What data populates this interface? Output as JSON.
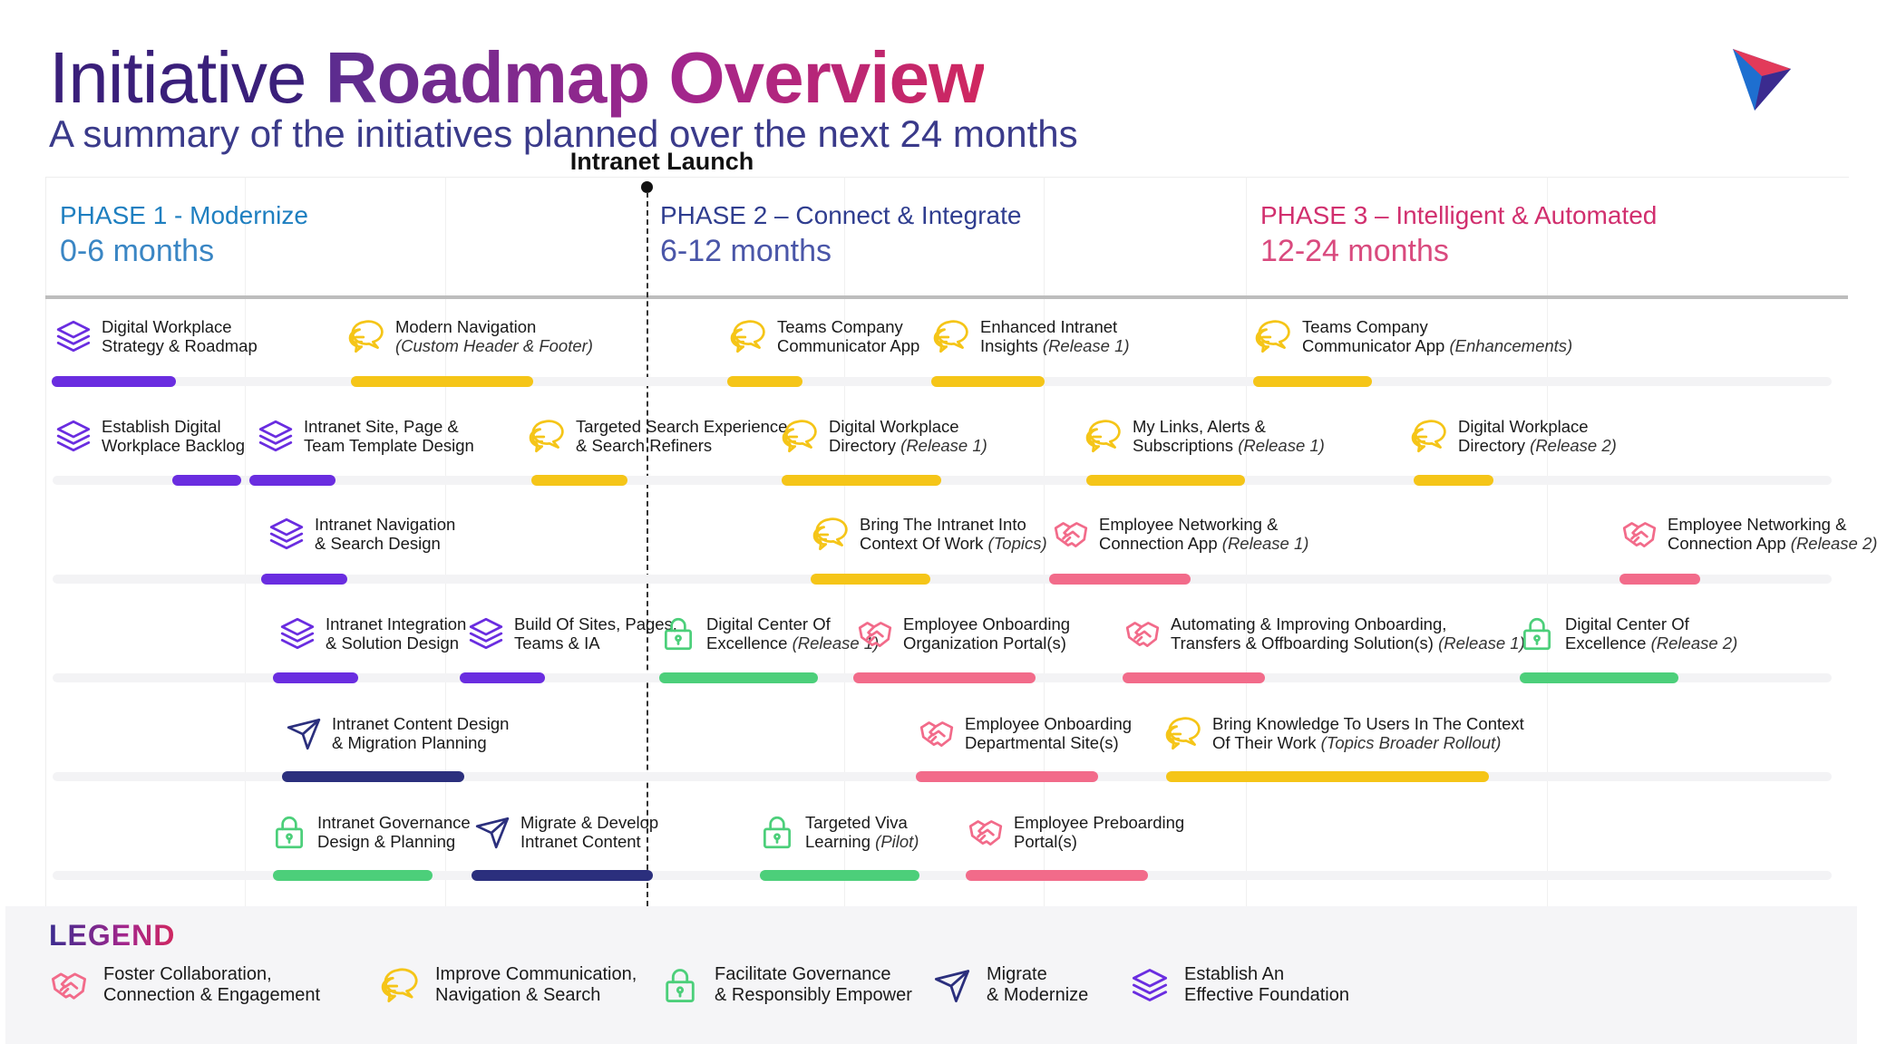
{
  "title": {
    "light": "Initiative ",
    "bold": "Roadmap Overview"
  },
  "subtitle": "A summary of the initiatives planned over the next 24 months",
  "milestone": {
    "label": "Intranet Launch"
  },
  "phases": [
    {
      "title": "PHASE 1 - Modernize",
      "sub": "0-6 months",
      "color": "#1e7fc0"
    },
    {
      "title": "PHASE 2 – Connect & Integrate",
      "sub": "6-12 months",
      "color": "#2f3d8f"
    },
    {
      "title": "PHASE 3 – Intelligent & Automated",
      "sub": "12-24 months",
      "color": "#d12f6e"
    }
  ],
  "colors": {
    "foundation": "#6a2de0",
    "communication": "#f5c518",
    "governance": "#4ccf7a",
    "migrate": "#2b2f7d",
    "collaboration": "#f26b8a"
  },
  "items": [
    {
      "l1": "Digital Workplace",
      "l2": "Strategy & Roadmap",
      "note": "",
      "icon": "layers-icon",
      "cat": "foundation"
    },
    {
      "l1": "Modern Navigation",
      "l2": "",
      "note": "(Custom Header & Footer)",
      "icon": "chat-bubbles-icon",
      "cat": "communication"
    },
    {
      "l1": "Teams Company",
      "l2": "Communicator App",
      "note": "",
      "icon": "chat-bubbles-icon",
      "cat": "communication"
    },
    {
      "l1": "Enhanced Intranet",
      "l2": "Insights",
      "note": "(Release 1)",
      "icon": "chat-bubbles-icon",
      "cat": "communication"
    },
    {
      "l1": "Teams Company",
      "l2": "Communicator App",
      "note": "(Enhancements)",
      "icon": "chat-bubbles-icon",
      "cat": "communication"
    },
    {
      "l1": "Establish Digital",
      "l2": "Workplace Backlog",
      "note": "",
      "icon": "layers-icon",
      "cat": "foundation"
    },
    {
      "l1": "Intranet Site, Page &",
      "l2": "Team Template Design",
      "note": "",
      "icon": "layers-icon",
      "cat": "foundation"
    },
    {
      "l1": "Targeted Search Experience",
      "l2": "& Search Refiners",
      "note": "",
      "icon": "chat-bubbles-icon",
      "cat": "communication"
    },
    {
      "l1": "Digital Workplace",
      "l2": "Directory",
      "note": "(Release 1)",
      "icon": "chat-bubbles-icon",
      "cat": "communication"
    },
    {
      "l1": "My Links, Alerts &",
      "l2": "Subscriptions",
      "note": "(Release 1)",
      "icon": "chat-bubbles-icon",
      "cat": "communication"
    },
    {
      "l1": "Digital Workplace",
      "l2": "Directory",
      "note": "(Release 2)",
      "icon": "chat-bubbles-icon",
      "cat": "communication"
    },
    {
      "l1": "Intranet Navigation",
      "l2": "& Search Design",
      "note": "",
      "icon": "layers-icon",
      "cat": "foundation"
    },
    {
      "l1": "Bring The Intranet Into",
      "l2": "Context Of Work",
      "note": "(Topics)",
      "icon": "chat-bubbles-icon",
      "cat": "communication"
    },
    {
      "l1": "Employee Networking &",
      "l2": "Connection App",
      "note": "(Release 1)",
      "icon": "handshake-icon",
      "cat": "collaboration"
    },
    {
      "l1": "Employee Networking &",
      "l2": "Connection App",
      "note": "(Release 2)",
      "icon": "handshake-icon",
      "cat": "collaboration"
    },
    {
      "l1": "Intranet Integration",
      "l2": "& Solution Design",
      "note": "",
      "icon": "layers-icon",
      "cat": "foundation"
    },
    {
      "l1": "Build Of Sites, Pages,",
      "l2": "Teams & IA",
      "note": "",
      "icon": "layers-icon",
      "cat": "foundation"
    },
    {
      "l1": "Digital Center Of",
      "l2": "Excellence",
      "note": "(Release 1)",
      "icon": "lock-icon",
      "cat": "governance"
    },
    {
      "l1": "Employee Onboarding",
      "l2": "Organization Portal(s)",
      "note": "",
      "icon": "handshake-icon",
      "cat": "collaboration"
    },
    {
      "l1": "Automating & Improving Onboarding,",
      "l2": "Transfers & Offboarding Solution(s)",
      "note": "(Release 1)",
      "icon": "handshake-icon",
      "cat": "collaboration"
    },
    {
      "l1": "Digital Center Of",
      "l2": "Excellence",
      "note": "(Release 2)",
      "icon": "lock-icon",
      "cat": "governance"
    },
    {
      "l1": "Intranet Content Design",
      "l2": "& Migration Planning",
      "note": "",
      "icon": "paper-plane-icon",
      "cat": "migrate"
    },
    {
      "l1": "Employee Onboarding",
      "l2": "Departmental Site(s)",
      "note": "",
      "icon": "handshake-icon",
      "cat": "collaboration"
    },
    {
      "l1": "Bring Knowledge To Users In The Context",
      "l2": "Of Their Work",
      "note": "(Topics Broader Rollout)",
      "icon": "chat-bubbles-icon",
      "cat": "communication"
    },
    {
      "l1": "Intranet Governance",
      "l2": "Design & Planning",
      "note": "",
      "icon": "lock-icon",
      "cat": "governance"
    },
    {
      "l1": "Migrate & Develop",
      "l2": "Intranet Content",
      "note": "",
      "icon": "paper-plane-icon",
      "cat": "migrate"
    },
    {
      "l1": "Targeted Viva",
      "l2": "Learning",
      "note": "(Pilot)",
      "icon": "lock-icon",
      "cat": "governance"
    },
    {
      "l1": "Employee Preboarding",
      "l2": "Portal(s)",
      "note": "",
      "icon": "handshake-icon",
      "cat": "collaboration"
    }
  ],
  "legend": {
    "title": "LEGEND",
    "entries": [
      {
        "l1": "Foster Collaboration,",
        "l2": "Connection & Engagement",
        "icon": "handshake-icon",
        "cat": "collaboration"
      },
      {
        "l1": "Improve Communication,",
        "l2": "Navigation & Search",
        "icon": "chat-bubbles-icon",
        "cat": "communication"
      },
      {
        "l1": "Facilitate Governance",
        "l2": "& Responsibly Empower",
        "icon": "lock-icon",
        "cat": "governance"
      },
      {
        "l1": "Migrate",
        "l2": "& Modernize",
        "icon": "paper-plane-icon",
        "cat": "migrate"
      },
      {
        "l1": "Establish An",
        "l2": "Effective Foundation",
        "icon": "layers-icon",
        "cat": "foundation"
      }
    ]
  }
}
